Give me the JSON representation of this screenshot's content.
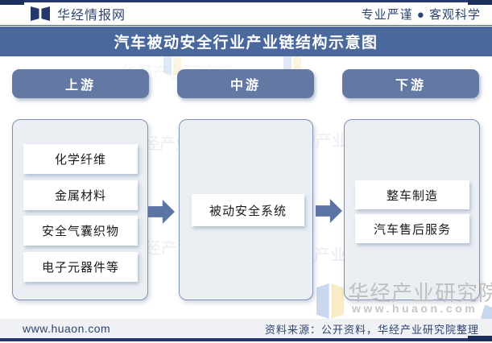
{
  "header": {
    "brand": "华经情报网",
    "slogan": "专业严谨 ● 客观科学"
  },
  "title": "汽车被动安全行业产业链结构示意图",
  "stages": [
    {
      "label": "上游",
      "items": [
        "化学纤维",
        "金属材料",
        "安全气囊织物",
        "电子元器件等"
      ]
    },
    {
      "label": "中游",
      "items": [
        "被动安全系统"
      ]
    },
    {
      "label": "下游",
      "items": [
        "整车制造",
        "汽车售后服务"
      ]
    }
  ],
  "watermark": {
    "line1": "华经产业研究院",
    "line2": "www.huaon.com"
  },
  "footer": {
    "website": "www.huaon.com",
    "source": "资料来源：公开资料，华经产业研究院整理"
  },
  "icons": {
    "logo": "open-book-icon",
    "arrow": "right-arrow-icon"
  },
  "colors": {
    "navy": "#24386B",
    "banner_blue": "#4A689B",
    "button_blue": "#6379A3",
    "arrow_blue": "#5C74A4",
    "panel_fill": "#EBEFF4",
    "panel_border": "#8091B3",
    "footer_bg": "#EFF1F5",
    "watermark_gray": "#BFBFBF"
  }
}
